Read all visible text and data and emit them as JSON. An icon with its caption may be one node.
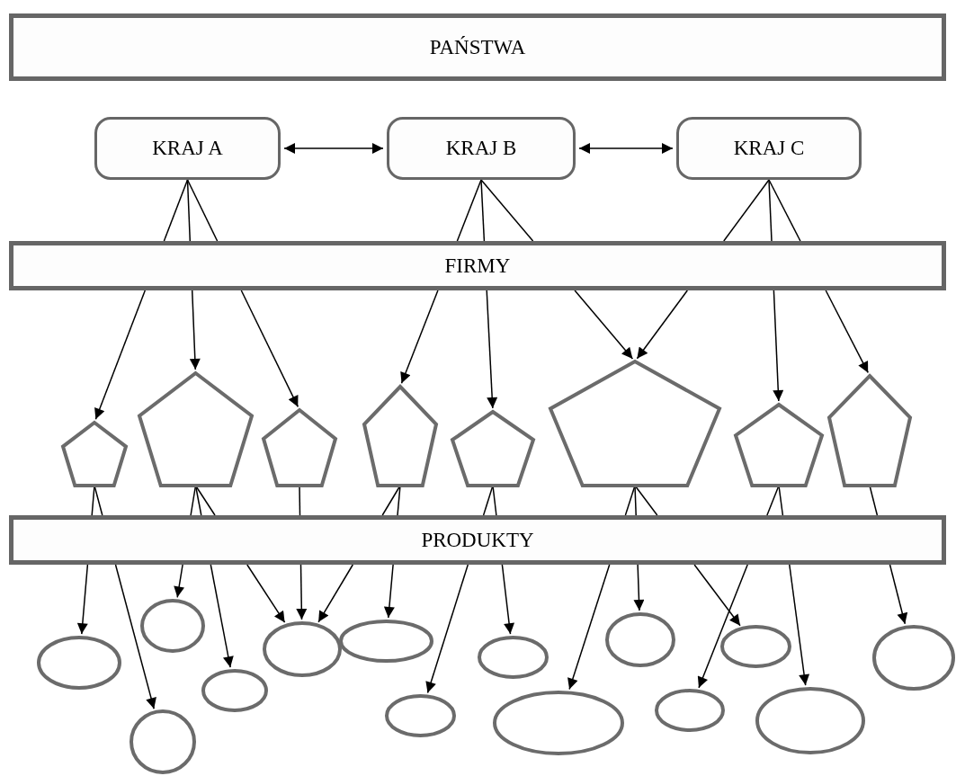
{
  "diagram": {
    "nodes": [
      {
        "text": [
          "PAŃSTWA"
        ]
      },
      {
        "text": [
          "KRAJ A"
        ]
      },
      {
        "text": [
          "KRAJ B"
        ]
      },
      {
        "text": [
          "KRAJ C"
        ]
      },
      {
        "text": [
          "FIRMY"
        ]
      },
      {
        "text": [],
        "shape": "pentagon"
      },
      {
        "text": [],
        "shape": "pentagon"
      },
      {
        "text": [],
        "shape": "pentagon"
      },
      {
        "text": [],
        "shape": "pentagon"
      },
      {
        "text": [],
        "shape": "pentagon"
      },
      {
        "text": [],
        "shape": "pentagon"
      },
      {
        "text": [],
        "shape": "pentagon"
      },
      {
        "text": [],
        "shape": "pentagon"
      },
      {
        "text": [
          "PRODUKTY"
        ]
      },
      {
        "text": [],
        "shape": "ellipse"
      },
      {
        "text": [],
        "shape": "ellipse"
      },
      {
        "text": [],
        "shape": "ellipse"
      },
      {
        "text": [],
        "shape": "ellipse"
      },
      {
        "text": [],
        "shape": "ellipse"
      },
      {
        "text": [],
        "shape": "ellipse"
      },
      {
        "text": [],
        "shape": "ellipse"
      },
      {
        "text": [],
        "shape": "ellipse"
      },
      {
        "text": [],
        "shape": "ellipse"
      },
      {
        "text": [],
        "shape": "ellipse"
      },
      {
        "text": [],
        "shape": "ellipse"
      },
      {
        "text": [],
        "shape": "ellipse"
      },
      {
        "text": [],
        "shape": "ellipse"
      },
      {
        "text": [],
        "shape": "ellipse"
      }
    ],
    "edges": [
      {
        "from": 1,
        "to": 2,
        "arrow": "both"
      },
      {
        "from": 2,
        "to": 3,
        "arrow": "both"
      },
      {
        "from": 1,
        "to": 4,
        "arrow": "none"
      },
      {
        "from": 1,
        "to": 4,
        "arrow": "none"
      },
      {
        "from": 1,
        "to": 4,
        "arrow": "none"
      },
      {
        "from": 2,
        "to": 4,
        "arrow": "none"
      },
      {
        "from": 2,
        "to": 4,
        "arrow": "none"
      },
      {
        "from": 2,
        "to": 4,
        "arrow": "none"
      },
      {
        "from": 3,
        "to": 4,
        "arrow": "none"
      },
      {
        "from": 3,
        "to": 4,
        "arrow": "none"
      },
      {
        "from": 3,
        "to": 4,
        "arrow": "none"
      },
      {
        "from": 4,
        "to": 5,
        "arrow": "to"
      },
      {
        "from": 4,
        "to": 6,
        "arrow": "to"
      },
      {
        "from": 4,
        "to": 7,
        "arrow": "to"
      },
      {
        "from": 4,
        "to": 8,
        "arrow": "to"
      },
      {
        "from": 4,
        "to": 9,
        "arrow": "to"
      },
      {
        "from": 4,
        "to": 10,
        "arrow": "to"
      },
      {
        "from": 4,
        "to": 10,
        "arrow": "to"
      },
      {
        "from": 4,
        "to": 11,
        "arrow": "to"
      },
      {
        "from": 4,
        "to": 12,
        "arrow": "to"
      },
      {
        "from": 5,
        "to": 13,
        "arrow": "none"
      },
      {
        "from": 5,
        "to": 13,
        "arrow": "none"
      },
      {
        "from": 6,
        "to": 13,
        "arrow": "none"
      },
      {
        "from": 6,
        "to": 13,
        "arrow": "none"
      },
      {
        "from": 6,
        "to": 13,
        "arrow": "none"
      },
      {
        "from": 7,
        "to": 13,
        "arrow": "none"
      },
      {
        "from": 8,
        "to": 13,
        "arrow": "none"
      },
      {
        "from": 8,
        "to": 13,
        "arrow": "none"
      },
      {
        "from": 9,
        "to": 13,
        "arrow": "none"
      },
      {
        "from": 9,
        "to": 13,
        "arrow": "none"
      },
      {
        "from": 10,
        "to": 13,
        "arrow": "none"
      },
      {
        "from": 10,
        "to": 13,
        "arrow": "none"
      },
      {
        "from": 10,
        "to": 13,
        "arrow": "none"
      },
      {
        "from": 11,
        "to": 13,
        "arrow": "none"
      },
      {
        "from": 11,
        "to": 13,
        "arrow": "none"
      },
      {
        "from": 12,
        "to": 13,
        "arrow": "none"
      },
      {
        "from": 13,
        "to": 14,
        "arrow": "to"
      },
      {
        "from": 13,
        "to": 15,
        "arrow": "to"
      },
      {
        "from": 13,
        "to": 16,
        "arrow": "to"
      },
      {
        "from": 13,
        "to": 17,
        "arrow": "to"
      },
      {
        "from": 13,
        "to": 18,
        "arrow": "to"
      },
      {
        "from": 13,
        "to": 18,
        "arrow": "to"
      },
      {
        "from": 13,
        "to": 18,
        "arrow": "to"
      },
      {
        "from": 13,
        "to": 19,
        "arrow": "to"
      },
      {
        "from": 13,
        "to": 20,
        "arrow": "to"
      },
      {
        "from": 13,
        "to": 21,
        "arrow": "to"
      },
      {
        "from": 13,
        "to": 22,
        "arrow": "to"
      },
      {
        "from": 13,
        "to": 23,
        "arrow": "to"
      },
      {
        "from": 13,
        "to": 24,
        "arrow": "to"
      },
      {
        "from": 13,
        "to": 25,
        "arrow": "to"
      },
      {
        "from": 13,
        "to": 26,
        "arrow": "to"
      },
      {
        "from": 13,
        "to": 27,
        "arrow": "to"
      }
    ]
  }
}
